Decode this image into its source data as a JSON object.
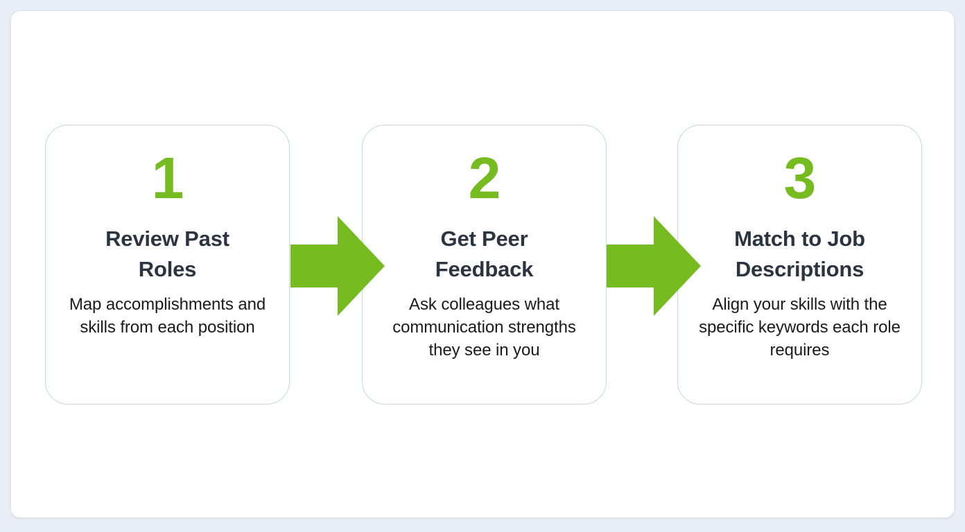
{
  "theme": {
    "page_background": "#e9edf5",
    "panel_background": "#ffffff",
    "card_border": "#ccd3dd",
    "accent_green": "#76bc21",
    "title_color": "#2c3440",
    "body_color": "#1a1a1a"
  },
  "diagram": {
    "type": "process-flow",
    "orientation": "horizontal",
    "step_count": 3,
    "steps": [
      {
        "number": "1",
        "title_line_1": "Review Past",
        "title_line_2": "Roles",
        "description": "Map accomplishments and skills from each position"
      },
      {
        "number": "2",
        "title_line_1": "Get Peer",
        "title_line_2": "Feedback",
        "description": "Ask colleagues what communication strengths they see in you"
      },
      {
        "number": "3",
        "title_line_1": "Match to Job",
        "title_line_2": "Descriptions",
        "description": "Align your skills with the specific keywords each role requires"
      }
    ],
    "connectors": [
      {
        "icon": "arrow-right-icon",
        "from_step": "1",
        "to_step": "2"
      },
      {
        "icon": "arrow-right-icon",
        "from_step": "2",
        "to_step": "3"
      }
    ]
  }
}
